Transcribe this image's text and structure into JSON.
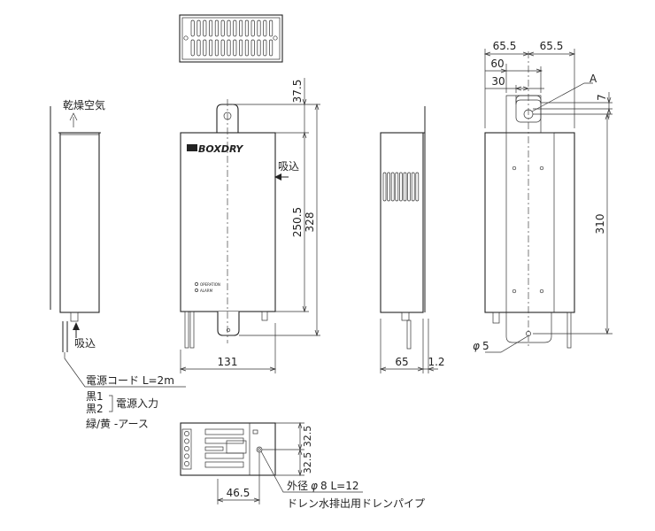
{
  "labels": {
    "dry_air": "乾燥空気",
    "intake_left": "吸込",
    "intake_front": "吸込",
    "brand": "BOXDRY",
    "operation": "OPERATION",
    "alarm": "ALARM",
    "cord": "電源コード L=2m",
    "black1": "黒1",
    "black2": "黒2",
    "power_input": "電源入力",
    "ground": "緑/黄 -アース",
    "drain_spec": "外径",
    "phi": "φ",
    "drain_spec_value": "8 L=12",
    "drain_pipe": "ドレン水排出用ドレンパイプ",
    "point_a": "A",
    "hole_phi": "φ",
    "hole_value": "5"
  },
  "dimensions": {
    "d37_5": "37.5",
    "d250_5": "250.5",
    "d328": "328",
    "d131": "131",
    "d65": "65",
    "d1_2": "1.2",
    "d65_5_left": "65.5",
    "d65_5_right": "65.5",
    "d60": "60",
    "d30": "30",
    "d7": "7",
    "d310": "310",
    "d32_5_top": "32.5",
    "d32_5_bottom": "32.5",
    "d46_5": "46.5"
  }
}
